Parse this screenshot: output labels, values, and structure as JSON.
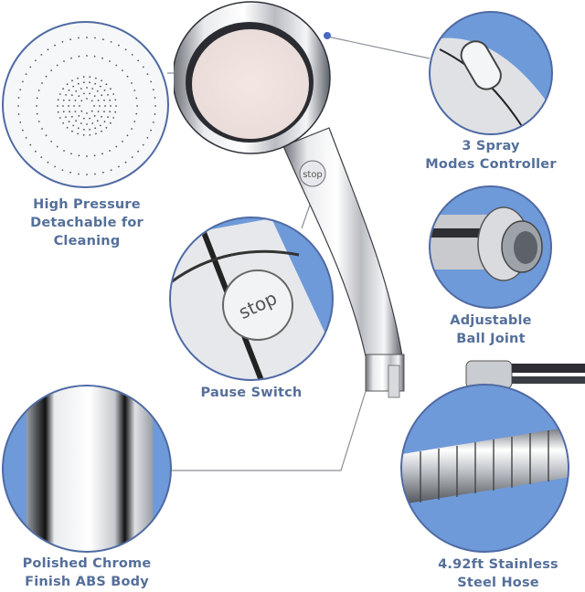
{
  "product": {
    "type": "handheld shower head with 3 spray modes and stop button",
    "button_text": "stop"
  },
  "colors": {
    "accent_blue": "#6f9ad9",
    "circle_border": "#4f6aa3",
    "label_text": "#556f9a",
    "connector_line": "#8a8f98",
    "dot": "#4a68c0",
    "background": "#ffffff"
  },
  "features": [
    {
      "id": "high-pressure",
      "line1": "High Pressure",
      "line2": "Detachable for Cleaning"
    },
    {
      "id": "spray-modes",
      "line1": "3 Spray",
      "line2": "Modes Controller"
    },
    {
      "id": "ball-joint",
      "line1": "Adjustable",
      "line2": "Ball Joint"
    },
    {
      "id": "pause-switch",
      "line1": "Pause Switch",
      "line2": ""
    },
    {
      "id": "chrome-body",
      "line1": "Polished Chrome",
      "line2": "Finish ABS Body"
    },
    {
      "id": "steel-hose",
      "line1": "4.92ft Stainless",
      "line2": "Steel Hose"
    }
  ]
}
